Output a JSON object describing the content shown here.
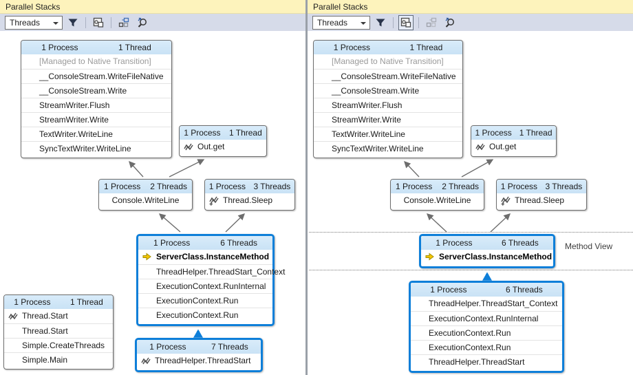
{
  "colors": {
    "title_bar_bg": "#fdf3bc",
    "toolbar_bg": "#d6dbe9",
    "box_header_bg": "#cde5f7",
    "highlight_border": "#0e7fd9",
    "arrow_gray": "#6d6d6d",
    "current_frame_yellow": "#f5c500"
  },
  "left_panel": {
    "title": "Parallel Stacks",
    "toolbar": {
      "view_selector": "Threads"
    },
    "boxes": {
      "main_thread_stack": {
        "process": "1 Process",
        "threads": "1 Thread",
        "rows": [
          "[Managed to Native Transition]",
          "__ConsoleStream.WriteFileNative",
          "__ConsoleStream.Write",
          "StreamWriter.Flush",
          "StreamWriter.Write",
          "TextWriter.WriteLine",
          "SyncTextWriter.WriteLine"
        ]
      },
      "out_get": {
        "process": "1 Process",
        "threads": "1 Thread",
        "rows": [
          "Out.get"
        ]
      },
      "console_writeline": {
        "process": "1 Process",
        "threads": "2 Threads",
        "rows": [
          "Console.WriteLine"
        ]
      },
      "thread_sleep": {
        "process": "1 Process",
        "threads": "3 Threads",
        "rows": [
          "Thread.Sleep"
        ]
      },
      "instance_method": {
        "process": "1 Process",
        "threads": "6 Threads",
        "rows": [
          "ServerClass.InstanceMethod",
          "ThreadHelper.ThreadStart_Context",
          "ExecutionContext.RunInternal",
          "ExecutionContext.Run",
          "ExecutionContext.Run"
        ]
      },
      "main_root": {
        "process": "1 Process",
        "threads": "1 Thread",
        "rows": [
          "Thread.Start",
          "Thread.Start",
          "Simple.CreateThreads",
          "Simple.Main"
        ]
      },
      "thread_start": {
        "process": "1 Process",
        "threads": "7 Threads",
        "rows": [
          "ThreadHelper.ThreadStart"
        ]
      }
    }
  },
  "right_panel": {
    "title": "Parallel Stacks",
    "toolbar": {
      "view_selector": "Threads"
    },
    "method_view_label": "Method View",
    "boxes": {
      "main_thread_stack": {
        "process": "1 Process",
        "threads": "1 Thread",
        "rows": [
          "[Managed to Native Transition]",
          "__ConsoleStream.WriteFileNative",
          "__ConsoleStream.Write",
          "StreamWriter.Flush",
          "StreamWriter.Write",
          "TextWriter.WriteLine",
          "SyncTextWriter.WriteLine"
        ]
      },
      "out_get": {
        "process": "1 Process",
        "threads": "1 Thread",
        "rows": [
          "Out.get"
        ]
      },
      "console_writeline": {
        "process": "1 Process",
        "threads": "2 Threads",
        "rows": [
          "Console.WriteLine"
        ]
      },
      "thread_sleep": {
        "process": "1 Process",
        "threads": "3 Threads",
        "rows": [
          "Thread.Sleep"
        ]
      },
      "instance_method_view": {
        "process": "1 Process",
        "threads": "6 Threads",
        "rows": [
          "ServerClass.InstanceMethod"
        ]
      },
      "callers_stack": {
        "process": "1 Process",
        "threads": "6 Threads",
        "rows": [
          "ThreadHelper.ThreadStart_Context",
          "ExecutionContext.RunInternal",
          "ExecutionContext.Run",
          "ExecutionContext.Run",
          "ThreadHelper.ThreadStart"
        ]
      }
    }
  }
}
